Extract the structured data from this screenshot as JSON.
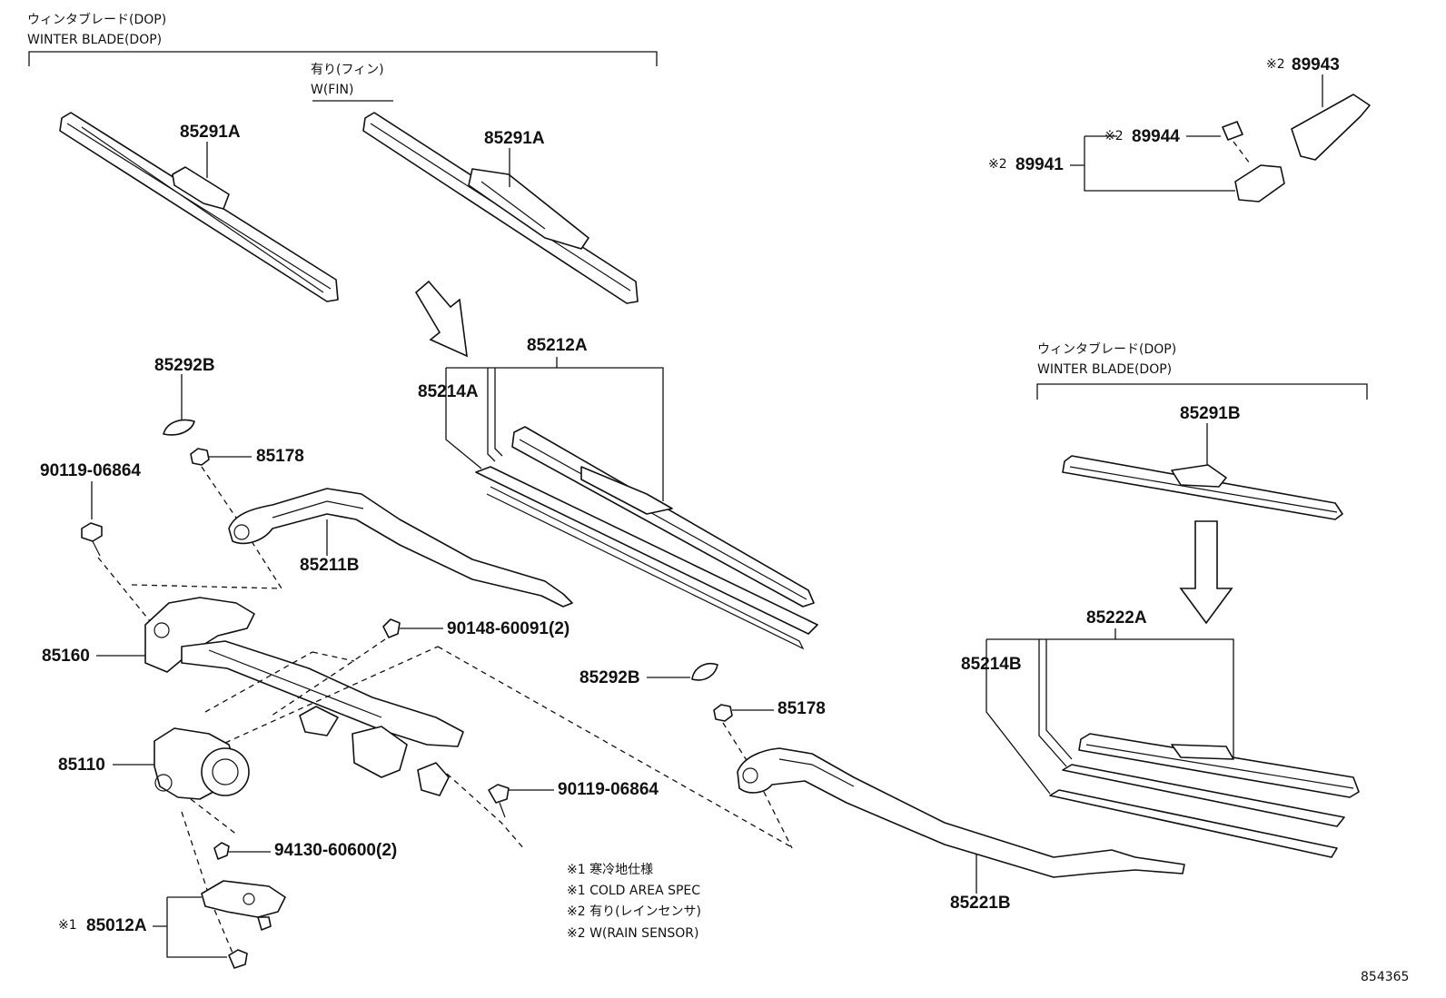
{
  "group_labels": {
    "winter_blade_left_jp": "ウィンタブレード(DOP)",
    "winter_blade_left_en": "WINTER BLADE(DOP)",
    "with_fin_jp": "有り(フィン)",
    "with_fin_en": "W(FIN)",
    "winter_blade_right_jp": "ウィンタブレード(DOP)",
    "winter_blade_right_en": "WINTER BLADE(DOP)"
  },
  "parts": {
    "p85291A_1": "85291A",
    "p85291A_2": "85291A",
    "p85291B": "85291B",
    "p85292B_1": "85292B",
    "p85292B_2": "85292B",
    "p85178_1": "85178",
    "p85178_2": "85178",
    "p90119_1": "90119-06864",
    "p90119_2": "90119-06864",
    "p85211B": "85211B",
    "p85212A": "85212A",
    "p85214A": "85214A",
    "p85160": "85160",
    "p90148": "90148-60091(2)",
    "p85110": "85110",
    "p94130": "94130-60600(2)",
    "p85012A": "85012A",
    "p85221B": "85221B",
    "p85222A": "85222A",
    "p85214B": "85214B",
    "p89943": "89943",
    "p89944": "89944",
    "p89941": "89941"
  },
  "markers": {
    "m1_85012A": "※1",
    "m2_89943": "※2",
    "m2_89944": "※2",
    "m2_89941": "※2"
  },
  "notes": [
    "※1 寒冷地仕様",
    "※1 COLD AREA SPEC",
    "※2 有り(レインセンサ)",
    "※2 W(RAIN SENSOR)"
  ],
  "diagram_id": "854365"
}
